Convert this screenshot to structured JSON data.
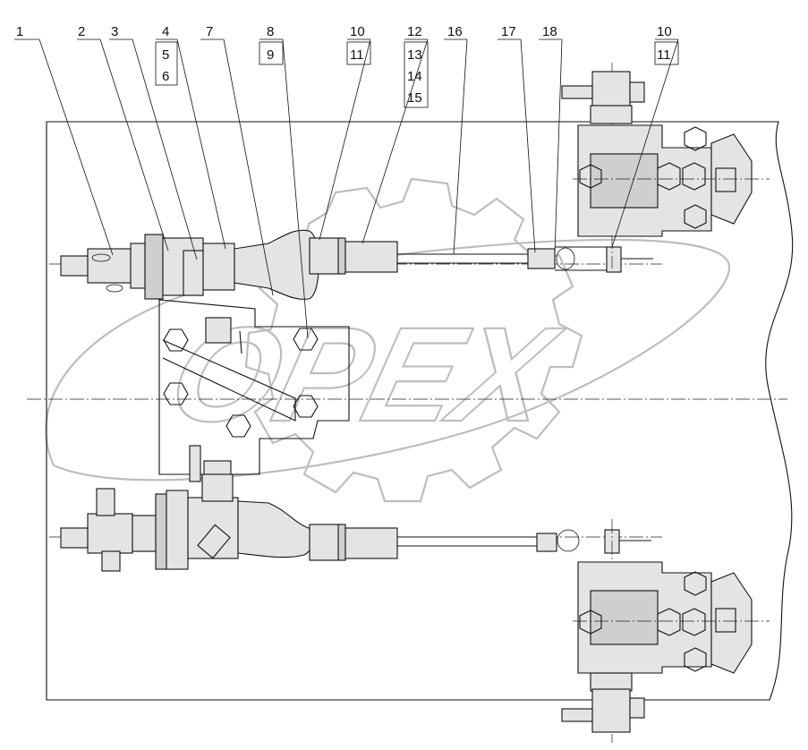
{
  "watermark": {
    "text": "OPEX"
  },
  "callouts": [
    {
      "id": "c1",
      "label": "1"
    },
    {
      "id": "c2",
      "label": "2"
    },
    {
      "id": "c3",
      "label": "3"
    },
    {
      "id": "c4",
      "label": "4"
    },
    {
      "id": "c5",
      "label": "5"
    },
    {
      "id": "c6",
      "label": "6"
    },
    {
      "id": "c7",
      "label": "7"
    },
    {
      "id": "c8",
      "label": "8"
    },
    {
      "id": "c9",
      "label": "9"
    },
    {
      "id": "c10",
      "label": "10"
    },
    {
      "id": "c11",
      "label": "11"
    },
    {
      "id": "c12",
      "label": "12"
    },
    {
      "id": "c13",
      "label": "13"
    },
    {
      "id": "c14",
      "label": "14"
    },
    {
      "id": "c15",
      "label": "15"
    },
    {
      "id": "c16",
      "label": "16"
    },
    {
      "id": "c17",
      "label": "17"
    },
    {
      "id": "c18",
      "label": "18"
    },
    {
      "id": "c10b",
      "label": "10"
    },
    {
      "id": "c11b",
      "label": "11"
    }
  ]
}
